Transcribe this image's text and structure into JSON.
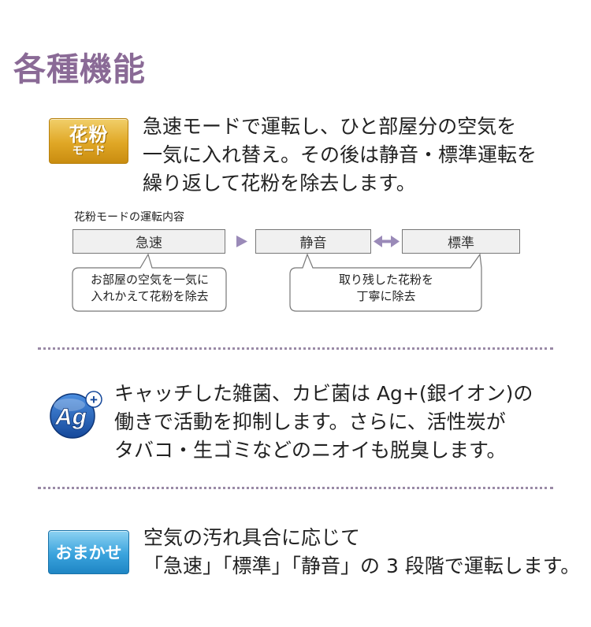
{
  "title": "各種機能",
  "pollen": {
    "badge_line1": "花粉",
    "badge_line2": "モード",
    "description": [
      "急速モードで運転し、ひと部屋分の空気を",
      "一気に入れ替え。その後は静音・標準運転を",
      "繰り返して花粉を除去します。"
    ],
    "diagram": {
      "label": "花粉モードの運転内容",
      "steps": [
        "急速",
        "静音",
        "標準"
      ],
      "bubble_left": [
        "お部屋の空気を一気に",
        "入れかえて花粉を除去"
      ],
      "bubble_right": [
        "取り残した花粉を",
        "丁寧に除去"
      ]
    },
    "colors": {
      "badge": "#e0a725"
    }
  },
  "ag": {
    "icon_text": "Ag",
    "icon_plus": "+",
    "description": [
      "キャッチした雑菌、カビ菌は Ag+(銀イオン)の",
      "働きで活動を抑制します。さらに、活性炭が",
      "タバコ・生ゴミなどのニオイも脱臭します。"
    ],
    "colors": {
      "icon": "#1f5fb8"
    }
  },
  "auto": {
    "badge": "おまかせ",
    "description": [
      "空気の汚れ具合に応じて",
      "「急速」「標準」「静音」の 3 段階で運転します。"
    ],
    "colors": {
      "badge": "#3aa3dd"
    }
  },
  "colors": {
    "title": "#8a6a96",
    "arrow": "#9a8ab8",
    "divider": "#9a8aa6"
  }
}
